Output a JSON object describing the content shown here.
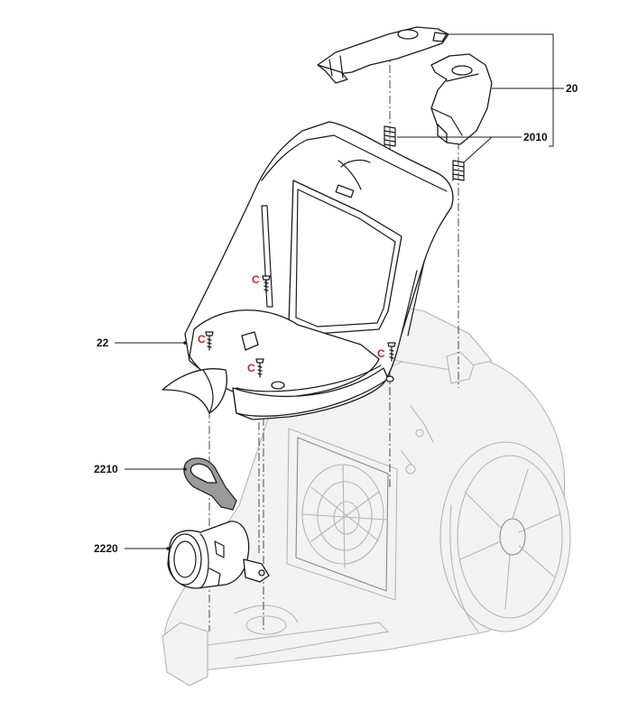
{
  "callouts": {
    "handle_assembly": "20",
    "spring": "2010",
    "housing_frame": "22",
    "seal_ring": "2210",
    "hose_connector": "2220"
  },
  "screw_marker": "C"
}
